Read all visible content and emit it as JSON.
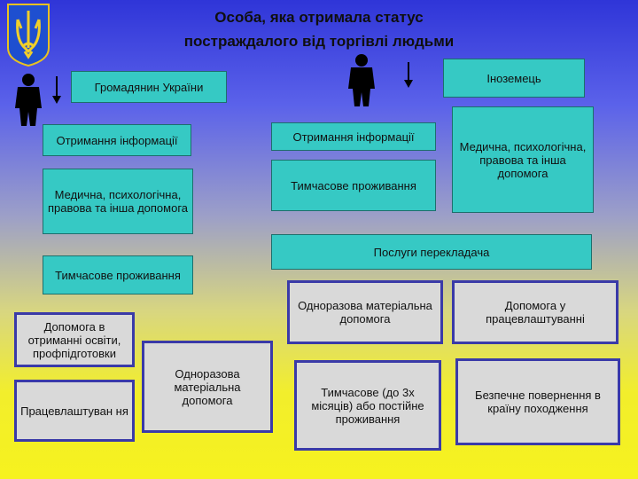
{
  "title": {
    "line1": "Особа, яка отримала статус",
    "line2": "постраждалого від торгівлі людьми"
  },
  "left": {
    "header": "Громадянин України",
    "info": "Отримання інформації",
    "medical": "Медична, психологічна, правова та інша допомога",
    "housing": "Тимчасове проживання",
    "education": "Допомога в отриманні освіти, профпідготовки",
    "employment": "Працевлаштуван ня",
    "one_time_aid": "Одноразова матеріальна допомога"
  },
  "right": {
    "header": "Іноземець",
    "info": "Отримання інформації",
    "housing": "Тимчасове проживання",
    "medical": "Медична, психологічна, правова та інша допомога",
    "translator": "Послуги перекладача",
    "one_time_aid": "Одноразова матеріальна допомога",
    "job_help": "Допомога у працевлаштуванні",
    "residence": "Тимчасове (до 3х місяців) або постійне проживання",
    "return": "Безпечне повернення в країну походження"
  },
  "colors": {
    "teal": "#36c9c4",
    "gray": "#d9d9d9",
    "gray_border": "#3a3aa8"
  },
  "icons": [
    "coat-of-arms-icon",
    "person-silhouette-icon",
    "down-arrow-icon"
  ]
}
